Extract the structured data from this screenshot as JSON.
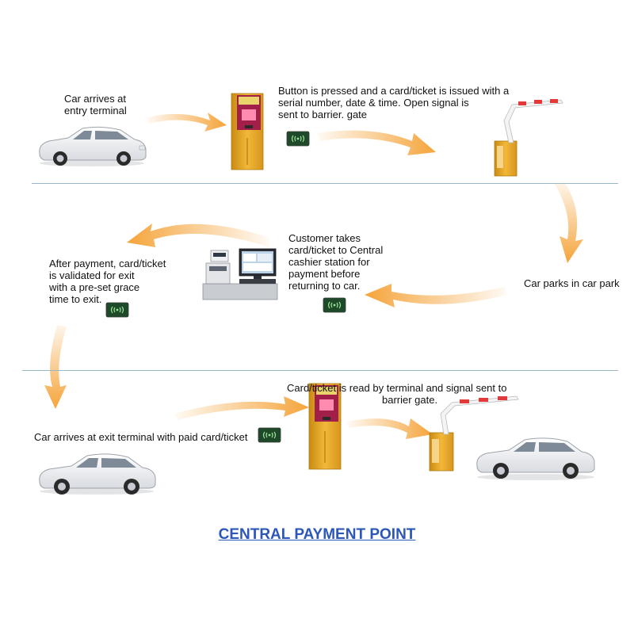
{
  "steps": {
    "arrive_entry": [
      "Car arrives at",
      "entry terminal"
    ],
    "button_pressed": [
      "Button is pressed and a card/ticket is issued with a",
      "serial number, date & time. Open signal  is",
      "sent to barrier. gate"
    ],
    "car_parks": [
      "Car parks in car park"
    ],
    "customer_takes": [
      "Customer  takes",
      "card/ticket to Central",
      "cashier station for",
      "payment before",
      "returning to car."
    ],
    "after_payment": [
      "After payment, card/ticket",
      "is validated for exit",
      "with a pre-set grace",
      "time to exit."
    ],
    "arrive_exit": [
      "Car arrives at exit terminal with paid card/ticket"
    ],
    "card_read": [
      "Card/ticket is read by terminal and signal sent to",
      "barrier gate."
    ]
  },
  "footer_title": "CENTRAL PAYMENT POINT",
  "colors": {
    "arrow": "#f5a43a",
    "terminal": "#e8a526",
    "barrier_arm_red": "#e23a3a",
    "title": "#2c56b8",
    "card": "#1f4a2a"
  },
  "icons": [
    "car-icon",
    "entry-terminal-icon",
    "barrier-gate-icon",
    "card-ticket-icon",
    "cashier-station-icon",
    "exit-terminal-icon"
  ]
}
